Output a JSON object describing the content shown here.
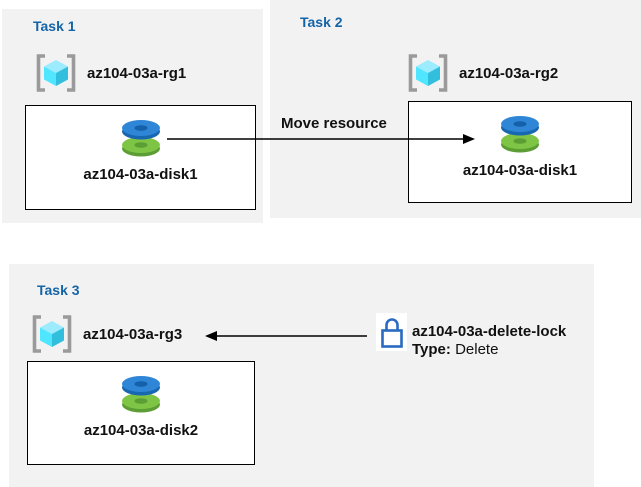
{
  "colors": {
    "panel_background": "#F2F2F2",
    "task_title_blue": "#1464A8",
    "label_text": "#111111",
    "box_border": "#000000",
    "arrow": "#000000",
    "lock_blue": "#2A6AC0",
    "disk_blue_top": "#2F86D6",
    "disk_blue_side": "#1767B1",
    "disk_green_top": "#7EC546",
    "disk_green_side": "#5C9E33",
    "cube_top": "#9CEBFF",
    "cube_left": "#50E6FF",
    "cube_right": "#32BEDD",
    "bracket_gray": "#9A9A9A"
  },
  "tasks": [
    {
      "title": "Task 1",
      "resource_group": "az104-03a-rg1",
      "disk": "az104-03a-disk1"
    },
    {
      "title": "Task 2",
      "resource_group": "az104-03a-rg2",
      "disk": "az104-03a-disk1"
    },
    {
      "title": "Task 3",
      "resource_group": "az104-03a-rg3",
      "disk": "az104-03a-disk2"
    }
  ],
  "move_arrow": {
    "label": "Move resource"
  },
  "lock": {
    "name": "az104-03a-delete-lock",
    "type_label": "Type:",
    "type_value": "Delete"
  }
}
